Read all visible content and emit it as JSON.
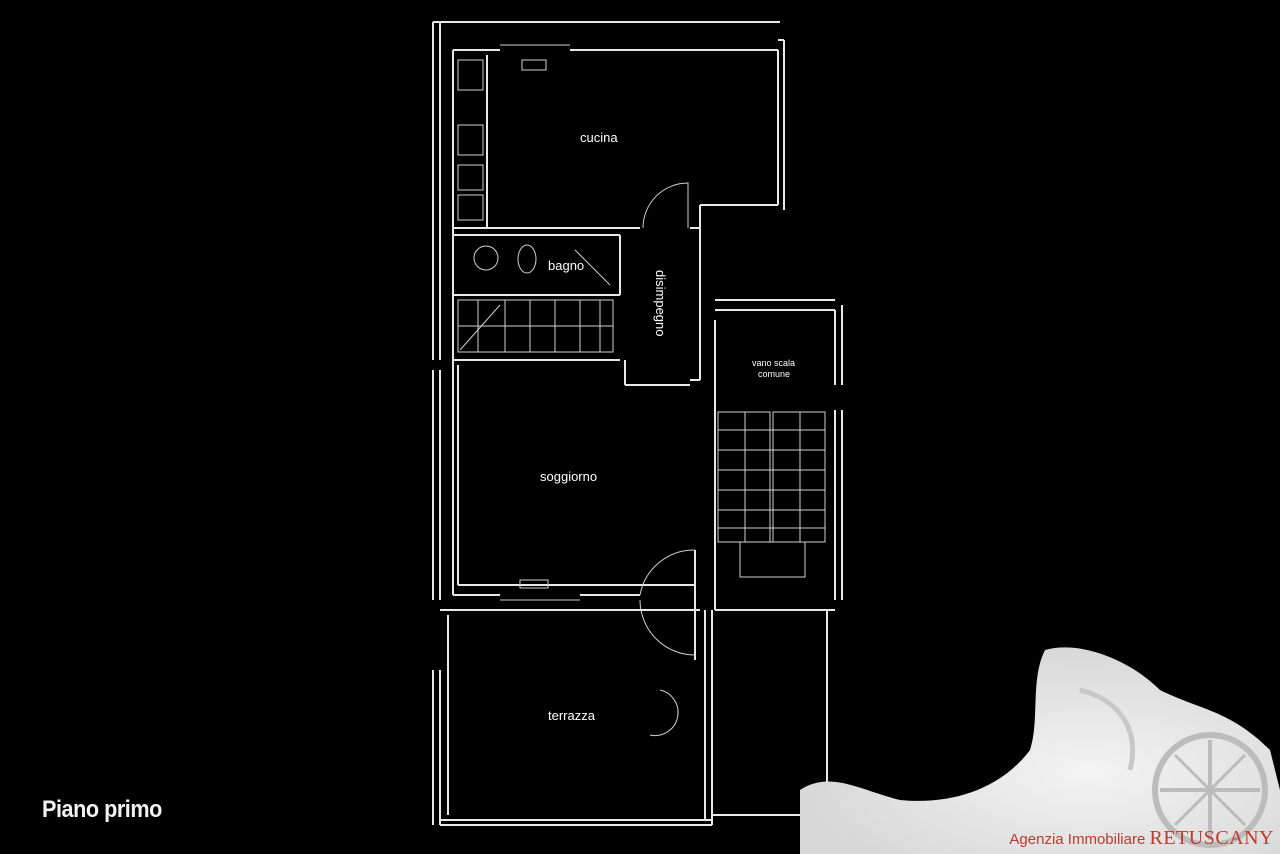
{
  "plan": {
    "floor_title": "Piano primo",
    "rooms": {
      "kitchen": "cucina",
      "bathroom": "bagno",
      "closet": "disimpegno",
      "stairwell_line1": "vano scala",
      "stairwell_line2": "comune",
      "living_room": "soggiorno",
      "terrace": "terrazza"
    }
  },
  "watermark": {
    "agency_prefix": "Agenzia Immobiliare",
    "agency_brand": "RETUSCANY",
    "accent_color": "#c0392b"
  }
}
